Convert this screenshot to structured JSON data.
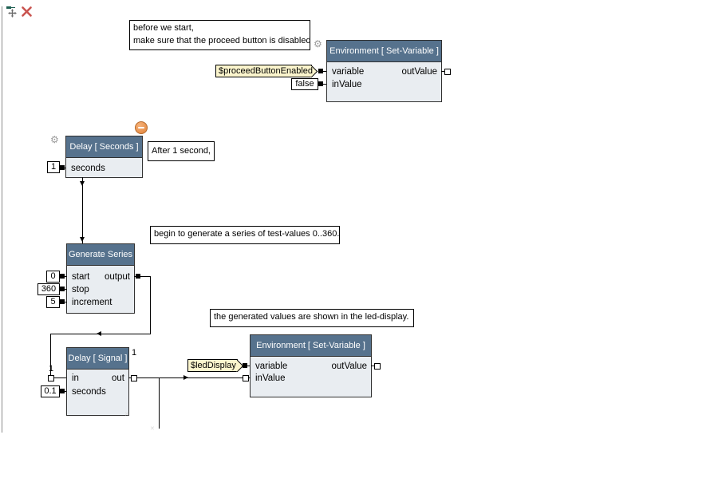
{
  "colors": {
    "node_header_bg": "#56728d",
    "node_body_bg": "#e9edf1",
    "node_border": "#303030",
    "tag_bg": "#fbf5cd",
    "wire": "#000000",
    "badge_orange": "#e8914c",
    "delete_icon_red": "#c9534f",
    "gear_gray": "#9a9a9a",
    "ruler_gray": "#8a8a8a"
  },
  "toolbar": {
    "icons": [
      {
        "name": "move-tool"
      },
      {
        "name": "delete"
      }
    ]
  },
  "comments": [
    {
      "lines": [
        "before we start,",
        "make sure that the proceed button is disabled"
      ]
    },
    {
      "lines": [
        "After 1 second,"
      ]
    },
    {
      "lines": [
        "begin to generate a series of test-values 0..360."
      ]
    },
    {
      "lines": [
        "the generated values are shown in the led-display."
      ]
    }
  ],
  "nodes": [
    {
      "title": "Environment [ Set-Variable ]",
      "inputs": [
        "variable",
        "inValue"
      ],
      "outputs": [
        "outValue"
      ]
    },
    {
      "title": "Delay [ Seconds ]",
      "inputs": [
        "seconds"
      ],
      "outputs": []
    },
    {
      "title": "Generate Series",
      "inputs": [
        "start",
        "stop",
        "increment"
      ],
      "outputs": [
        "output"
      ]
    },
    {
      "title": "Delay [ Signal ]",
      "inputs": [
        "in",
        "seconds"
      ],
      "outputs": [
        "out"
      ]
    },
    {
      "title": "Environment [ Set-Variable ]",
      "inputs": [
        "variable",
        "inValue"
      ],
      "outputs": [
        "outValue"
      ]
    }
  ],
  "literals": {
    "proceed_variable": "$proceedButtonEnabled",
    "proceed_value": "false",
    "delay_seconds_value": "1",
    "series_start": "0",
    "series_stop": "360",
    "series_increment": "5",
    "signal_in_wire_label": "1",
    "signal_iteration_label": "1",
    "signal_seconds_value": "0.1",
    "led_variable": "$ledDisplay"
  }
}
